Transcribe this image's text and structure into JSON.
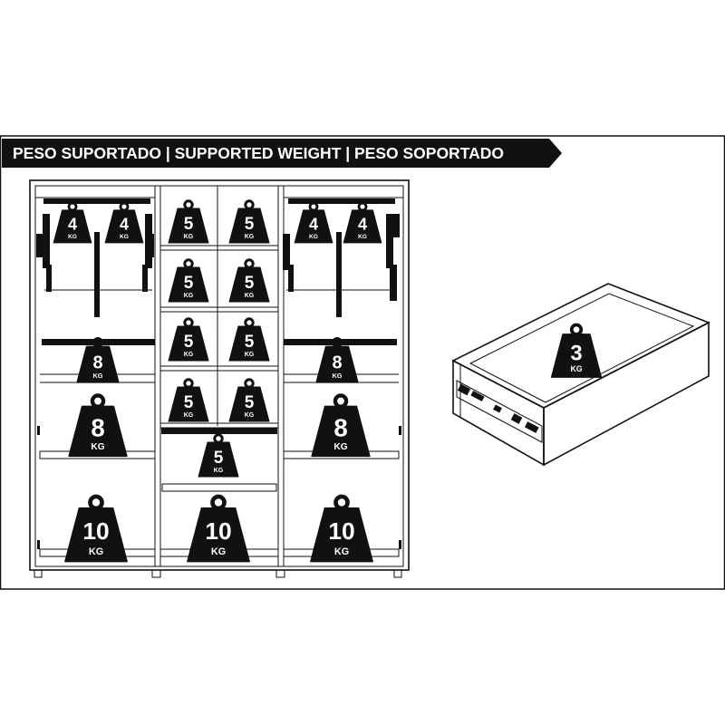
{
  "title": "PESO SUPORTADO | SUPPORTED WEIGHT | PESO SOPORTADO",
  "unit": "KG",
  "weights": [
    {
      "id": "hanger-left-1",
      "value": "4"
    },
    {
      "id": "hanger-left-2",
      "value": "4"
    },
    {
      "id": "shelf-center-1a",
      "value": "5"
    },
    {
      "id": "shelf-center-1b",
      "value": "5"
    },
    {
      "id": "hanger-right-1",
      "value": "4"
    },
    {
      "id": "hanger-right-2",
      "value": "4"
    },
    {
      "id": "shelf-center-2a",
      "value": "5"
    },
    {
      "id": "shelf-center-2b",
      "value": "5"
    },
    {
      "id": "rail-left",
      "value": "8"
    },
    {
      "id": "shelf-center-3a",
      "value": "5"
    },
    {
      "id": "shelf-center-3b",
      "value": "5"
    },
    {
      "id": "rail-right",
      "value": "8"
    },
    {
      "id": "shelf-center-4a",
      "value": "5"
    },
    {
      "id": "shelf-center-4b",
      "value": "5"
    },
    {
      "id": "shelf-left",
      "value": "8"
    },
    {
      "id": "shelf-right",
      "value": "8"
    },
    {
      "id": "rail-center",
      "value": "5"
    },
    {
      "id": "bottom-left",
      "value": "10"
    },
    {
      "id": "bottom-center",
      "value": "10"
    },
    {
      "id": "bottom-right",
      "value": "10"
    },
    {
      "id": "drawer",
      "value": "3"
    }
  ]
}
